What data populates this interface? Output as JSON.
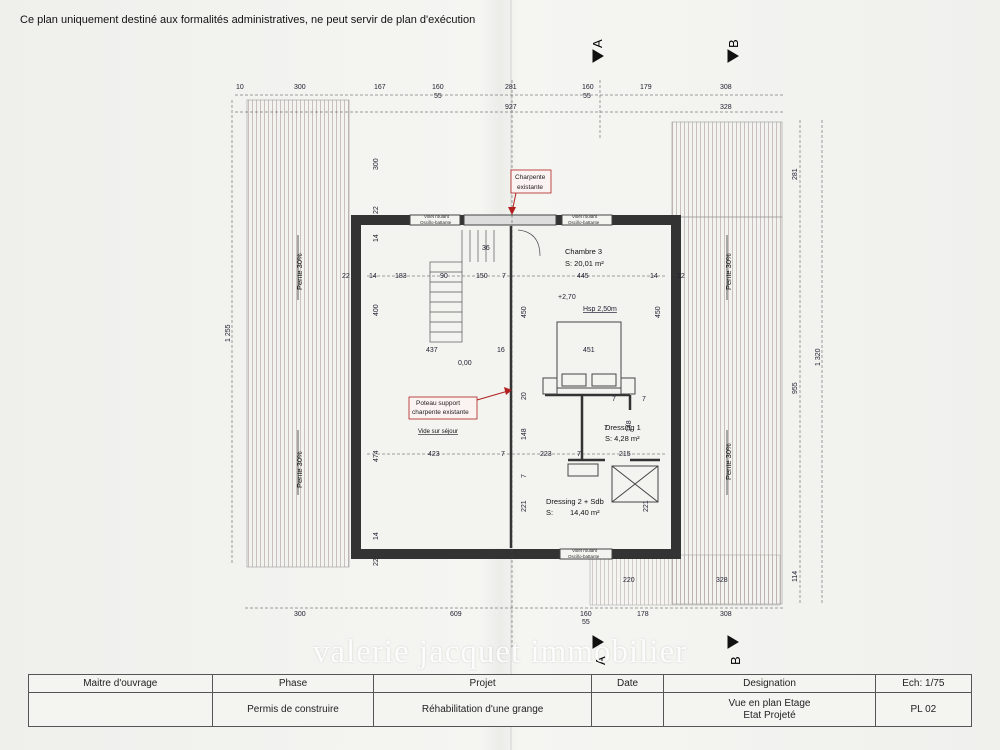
{
  "header_note": "Ce plan uniquement destiné aux formalités administratives, ne peut servir de plan d'exécution",
  "watermark": "valerie jacquet immobilier",
  "sections": {
    "a": "A",
    "b": "B"
  },
  "dimensions": {
    "top_row1": [
      "10",
      "300",
      "167",
      "160",
      "281",
      "160",
      "179",
      "308"
    ],
    "top_row2": [
      "55",
      "55",
      "927",
      "328"
    ],
    "bottom": [
      "300",
      "609",
      "160",
      "55",
      "178",
      "308"
    ],
    "bottom_right": [
      "220",
      "328"
    ],
    "left_vertical": [
      "300",
      "22",
      "14",
      "400",
      "474",
      "14",
      "22",
      "1 255"
    ],
    "right_vertical": [
      "281",
      "1 320",
      "955",
      "114"
    ],
    "interior": [
      "183",
      "90",
      "150",
      "7",
      "14",
      "22",
      "36",
      "445",
      "14",
      "22",
      "437",
      "16",
      "0,00",
      "450",
      "450",
      "451",
      "20",
      "7",
      "7",
      "148",
      "7",
      "148",
      "423",
      "7",
      "223",
      "7",
      "215",
      "221",
      "221",
      "7",
      "Hsp 2,50m",
      "+2,70"
    ]
  },
  "slopes": [
    "Pente 30%",
    "Pente 30%",
    "Pente 30%",
    "Pente 30%"
  ],
  "windows": [
    "Volet roulant",
    "Oscillo-battante",
    "Volet roulant",
    "Oscillo-battante",
    "Volet roulant",
    "Oscillo-battante"
  ],
  "rooms": {
    "chambre3": {
      "name": "Chambre 3",
      "surface": "S: 20,01 m²"
    },
    "dressing1": {
      "name": "Dressing 1",
      "surface": "S: 4,28 m²"
    },
    "dressing2": {
      "name": "Dressing 2 + Sdb",
      "surface_label": "S:",
      "surface": "14,40 m²"
    },
    "vide": "Vide sur séjour"
  },
  "annotations": {
    "charpente": [
      "Charpente",
      "existante"
    ],
    "poteau": [
      "Poteau support",
      "charpente existante"
    ]
  },
  "cartouche": {
    "headers": [
      "Maitre d'ouvrage",
      "Phase",
      "Projet",
      "Date",
      "Designation",
      "Ech: 1/75"
    ],
    "values": [
      "",
      "Permis de construire",
      "Réhabilitation d'une grange",
      "",
      [
        "Vue en plan Etage",
        "Etat Projeté"
      ],
      "PL 02"
    ]
  },
  "colors": {
    "wall": "#333333",
    "dimension": "#1a2a6a",
    "annotation": "#b02020"
  }
}
